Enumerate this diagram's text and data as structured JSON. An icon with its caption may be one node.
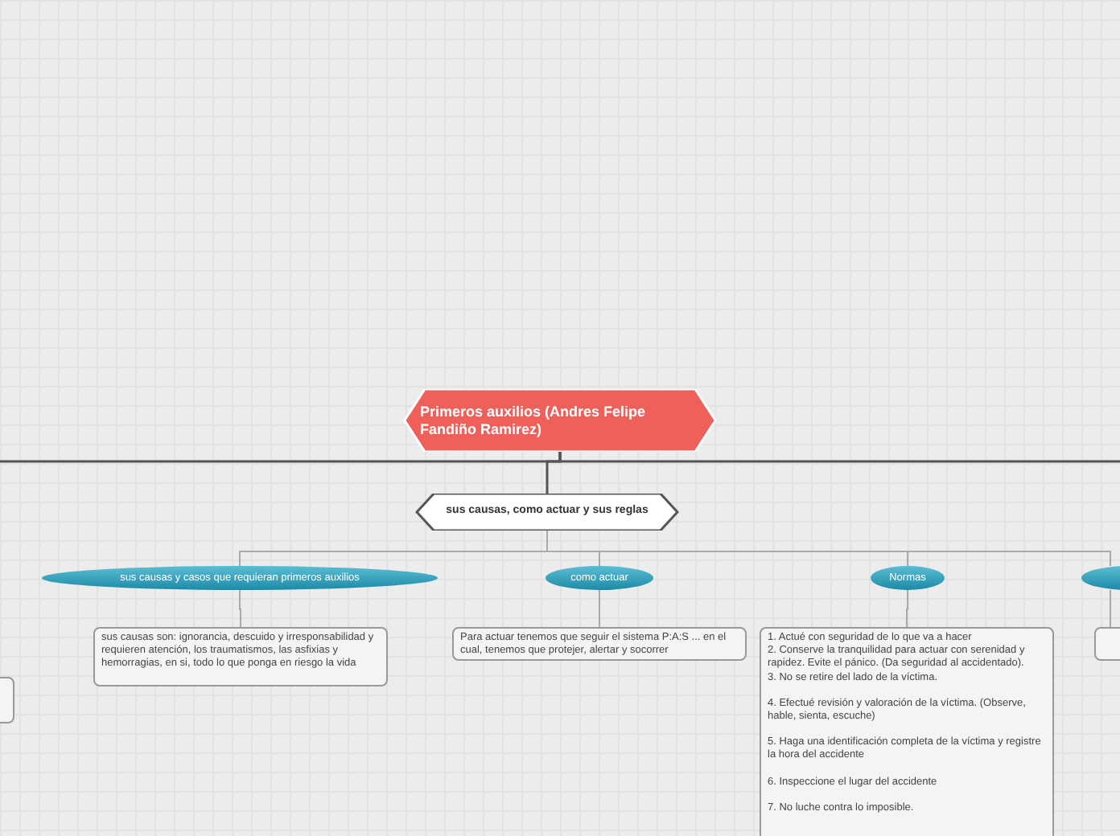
{
  "diagram": {
    "nodes": [
      {
        "text": [
          "Primeros auxilios (Andres Felipe Fandiño Ramirez)"
        ]
      },
      {
        "text": [
          "sus causas, como actuar y sus reglas"
        ]
      },
      {
        "text": [
          "sus causas y casos que requieran primeros auxilios"
        ]
      },
      {
        "text": [
          "como actuar"
        ]
      },
      {
        "text": [
          "Normas"
        ]
      },
      {
        "text": [],
        "shape": "ellipse"
      },
      {
        "text": [
          "sus causas son: ignorancia, descuido y irresponsabilidad y requieren atención, los traumatismos, las asfixias y hemorragias, en si, todo lo que ponga en riesgo la vida"
        ]
      },
      {
        "text": [
          "Para actuar tenemos que seguir el sistema P:A:S ... en el cual, tenemos que protejer, alertar y socorrer"
        ]
      },
      {
        "text": [
          "1. Actué con seguridad de lo que va a hacer",
          "2. Conserve la tranquilidad para actuar con serenidad y rapidez. Evite el pánico. (Da seguridad al accidentado).",
          "3. No se retire del lado de la víctima.",
          "4. Efectué revisión y valoración de la víctima. (Observe, hable, sienta, escuche)",
          "5. Haga una identificación completa de la víctima y registre la hora del accidente",
          "6. Inspeccione el lugar del accidente",
          "7. No luche contra lo imposible."
        ]
      },
      {
        "text": [],
        "shape": "box"
      },
      {
        "text": [],
        "shape": "box"
      }
    ],
    "edges": [
      {
        "from": 0,
        "to": null,
        "arrow": "none",
        "color": "#555555"
      },
      {
        "from": 0,
        "to": null,
        "arrow": "none",
        "color": "#555555"
      },
      {
        "from": 0,
        "to": 1,
        "arrow": "none",
        "color": "#555555"
      },
      {
        "from": 1,
        "to": 2,
        "arrow": "none"
      },
      {
        "from": 1,
        "to": 3,
        "arrow": "none"
      },
      {
        "from": 1,
        "to": 4,
        "arrow": "none"
      },
      {
        "from": 1,
        "to": 5,
        "arrow": "none"
      },
      {
        "from": 2,
        "to": 6,
        "arrow": "none"
      },
      {
        "from": 3,
        "to": 7,
        "arrow": "none"
      },
      {
        "from": 4,
        "to": 8,
        "arrow": "none"
      },
      {
        "from": 5,
        "to": 10,
        "arrow": "none"
      }
    ]
  }
}
